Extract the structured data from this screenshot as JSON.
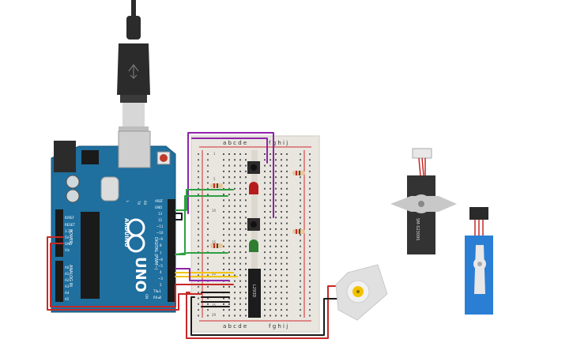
{
  "canvas": {
    "background": "#ffffff"
  },
  "arduino": {
    "board_label": "UNO",
    "brand_label": "ARDUINO",
    "header_digital_label": "DIGITAL (PWM~)",
    "header_power_label": "POWER",
    "header_analog_label": "ANALOG IN",
    "ioref_label": "IOREF",
    "reset_label": "RESET",
    "v33_label": "3.3V",
    "v5_label": "5V",
    "gnd_label": "GND",
    "vin_label": "Vin",
    "aref_label": "AREF",
    "analog_pins": [
      "A0",
      "A1",
      "A2",
      "A3",
      "A4",
      "A5"
    ],
    "digital_pins": [
      "13",
      "12",
      "~11",
      "~10",
      "~9",
      "8",
      "7",
      "~6",
      "~5",
      "4",
      "~3",
      "2",
      "TX▸1",
      "RX◂0"
    ],
    "tx_label": "TX",
    "rx_label": "RX",
    "l_label": "L",
    "on_label": "ON",
    "colors": {
      "board": "#1f6f9f",
      "usb": "#2b2b2b",
      "header": "#222222"
    }
  },
  "breadboard": {
    "top_columns": "a b c d e",
    "right_columns": "f g h i j",
    "bottom_columns_left": "a b c d e",
    "bottom_columns_right": "f g h i j",
    "row_numbers": [
      "1",
      "5",
      "10",
      "15",
      "20",
      "25",
      "29"
    ],
    "ic_label": "L293D",
    "colors": {
      "body": "#e9e6e0",
      "rail_red": "#d22b2b",
      "rail_dark": "#333333"
    }
  },
  "components": {
    "dc_motor": {
      "colors": {
        "body": "#e0e0e0",
        "shaft": "#f2c200"
      }
    },
    "servo_large": {
      "label": "SM-S2309S",
      "colors": {
        "body": "#333333",
        "horn": "#c8c8c8"
      }
    },
    "servo_small": {
      "colors": {
        "body": "#2a7fd4",
        "horn": "#e8e8e8"
      }
    }
  },
  "wires": {
    "colors": {
      "red": "#c62828",
      "black": "#1a1a1a",
      "purple": "#8e24aa",
      "green": "#2ea043",
      "yellow": "#f0c400"
    }
  }
}
